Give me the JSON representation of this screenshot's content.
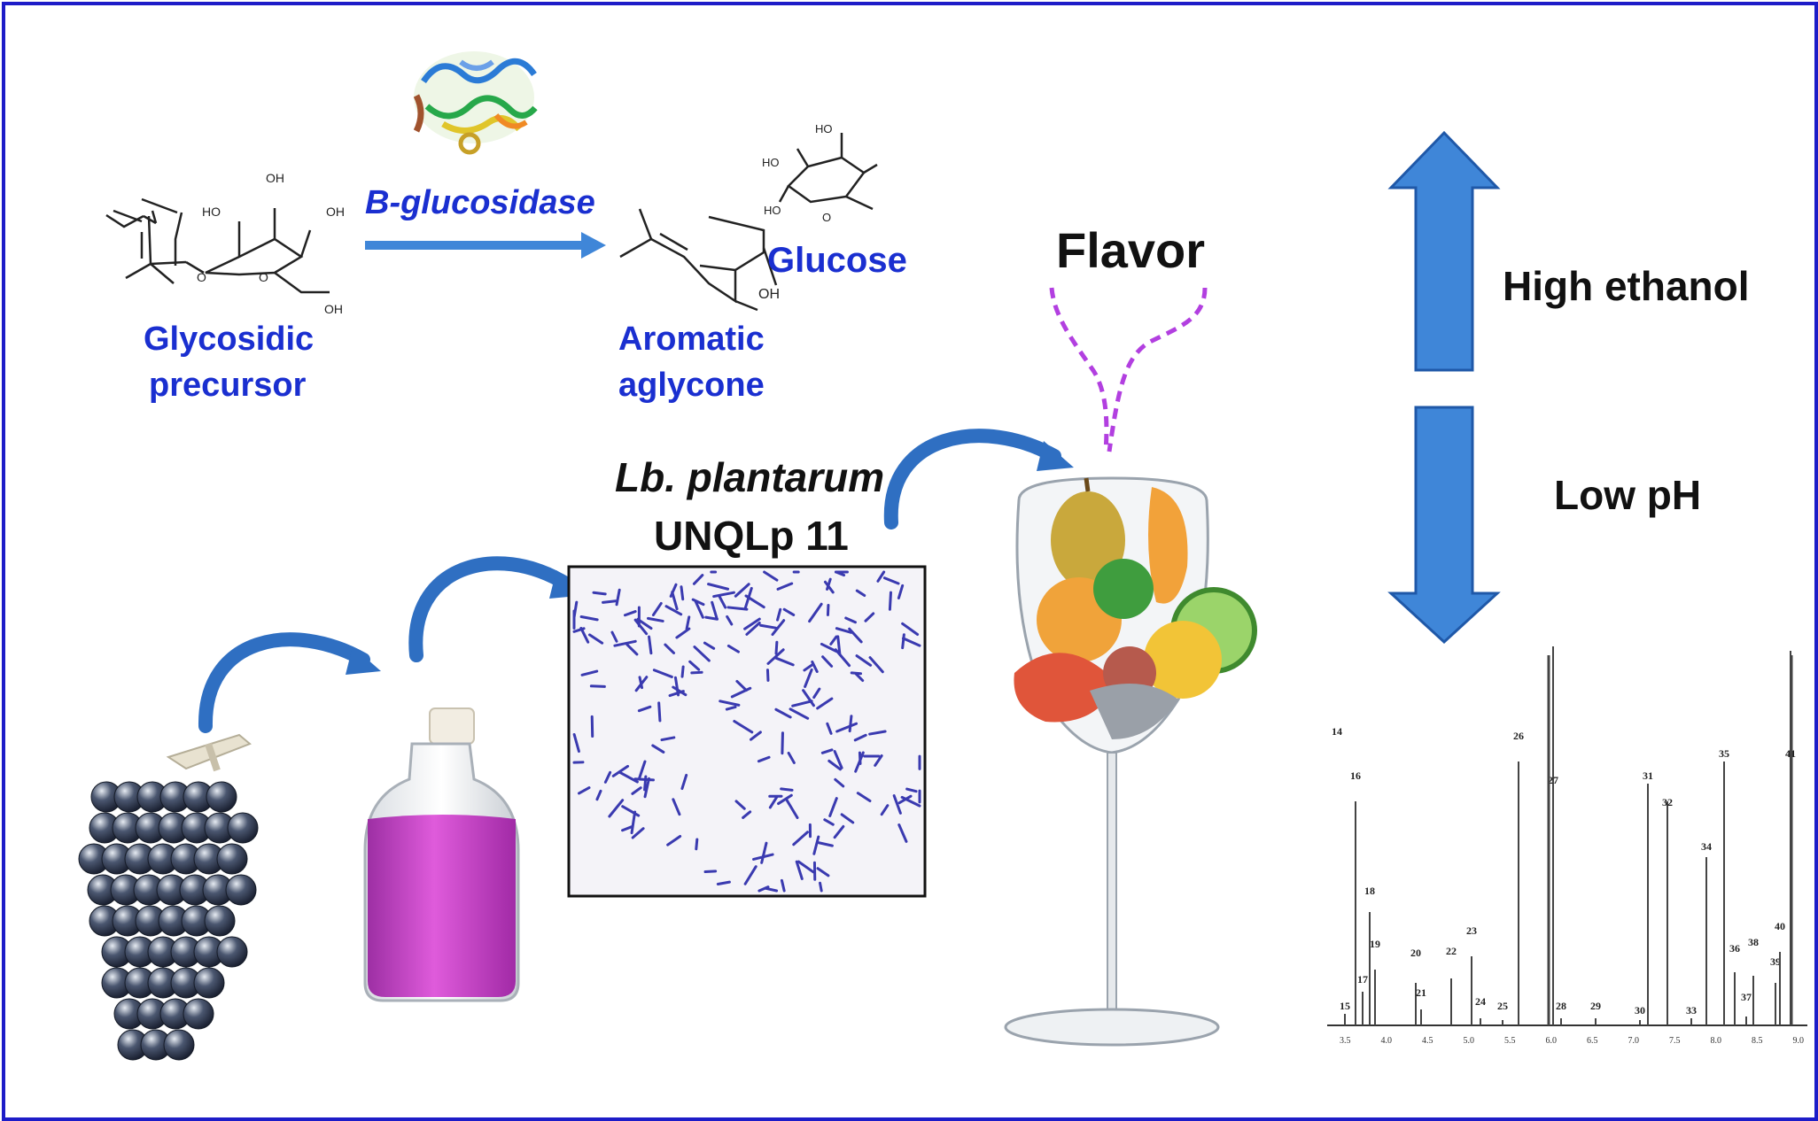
{
  "figure": {
    "enzyme_label": "B-glucosidase",
    "glycosidic_label": [
      "Glycosidic",
      "precursor"
    ],
    "aglycone_label": [
      "Aromatic",
      "aglycone"
    ],
    "glucose_label": "Glucose",
    "strain_label": [
      "Lb. plantarum",
      "UNQLp 11"
    ],
    "flavor_label": "Flavor",
    "high_ethanol_label": "High ethanol",
    "low_ph_label": "Low pH",
    "atom_labels": {
      "oh": "OH",
      "ho": "HO",
      "o": "O"
    },
    "chromatogram": {
      "peak_labels": [
        "14",
        "15",
        "16",
        "17",
        "18",
        "19",
        "20",
        "21",
        "22",
        "23",
        "24",
        "25",
        "26",
        "27",
        "28",
        "29",
        "30",
        "31",
        "32",
        "33",
        "34",
        "35",
        "36",
        "37",
        "38",
        "39",
        "40",
        "41"
      ],
      "x_ticks": [
        "3.5",
        "4.0",
        "4.5",
        "5.0",
        "5.5",
        "6.0",
        "6.5",
        "7.0",
        "7.5",
        "8.0",
        "8.5",
        "9.0"
      ]
    },
    "colors": {
      "frame": "#1d1cc8",
      "text_blue": "#1a2fd0",
      "arrow_blue": "#3f86d8",
      "flavor_dash": "#b23fe0",
      "culture_medium": "#c83fc9",
      "bacteria": "#3a3ab0"
    }
  }
}
